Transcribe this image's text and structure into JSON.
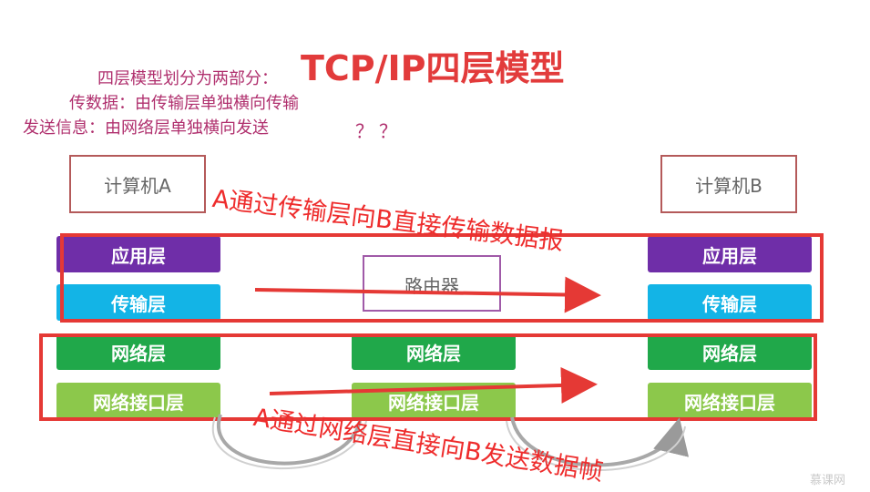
{
  "title": "TCP/IP四层模型",
  "notes": {
    "line1": "四层模型划分为两部分：",
    "line2": "传数据：由传输层单独横向传输",
    "line3": "发送信息：由网络层单独横向发送",
    "question": "？？"
  },
  "computer_a": "计算机A",
  "computer_b": "计算机B",
  "router": "路由器",
  "layers": {
    "application": "应用层",
    "transport": "传输层",
    "network": "网络层",
    "network_interface": "网络接口层"
  },
  "annotations": {
    "transport_note": "A通过传输层向B直接传输数据报",
    "network_note": "A通过网络层直接向B发送数据帧"
  },
  "logo": "慕课网",
  "colors": {
    "application": "#6f2ea8",
    "transport": "#13b4e6",
    "network": "#20a84a",
    "network_interface": "#8cc84b",
    "highlight": "#e53935"
  }
}
